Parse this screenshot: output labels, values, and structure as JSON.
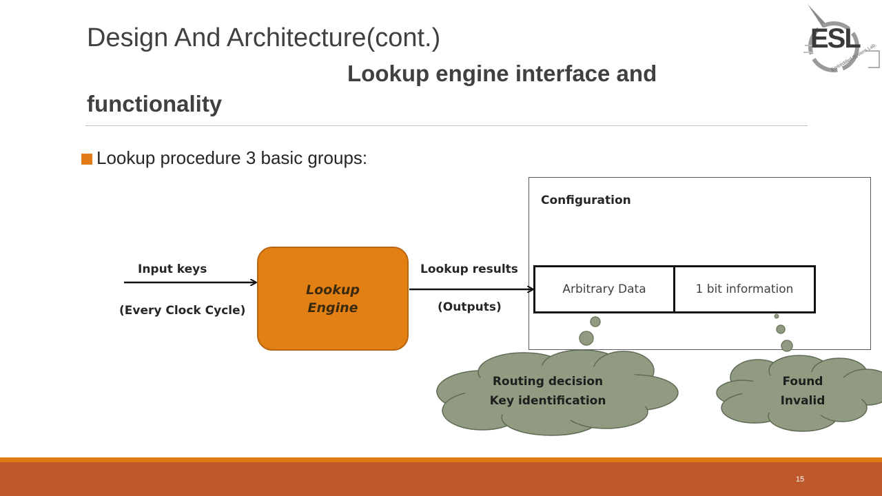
{
  "slide": {
    "title": "Design And Architecture(cont.)",
    "subtitle_line1": "Lookup engine interface and",
    "subtitle_line2": "functionality",
    "bullet": "Lookup procedure 3 basic groups:",
    "page_number": "15"
  },
  "logo": {
    "text": "ESL",
    "ring_text": "Embedded System Lab."
  },
  "diagram": {
    "input_label": "Input keys",
    "input_sublabel": "(Every Clock Cycle)",
    "engine_line1": "Lookup",
    "engine_line2": "Engine",
    "output_label": "Lookup results",
    "output_sublabel": "(Outputs)",
    "config_label": "Configuration",
    "cell_data": "Arbitrary Data",
    "cell_bit": "1 bit information",
    "cloud1_line1": "Routing decision",
    "cloud1_line2": "Key identification",
    "cloud2_line1": "Found",
    "cloud2_line2": "Invalid"
  },
  "colors": {
    "accent_orange": "#e07b16",
    "footer": "#bd582b",
    "engine_fill": "#e38014",
    "cloud_fill": "#909b82"
  }
}
